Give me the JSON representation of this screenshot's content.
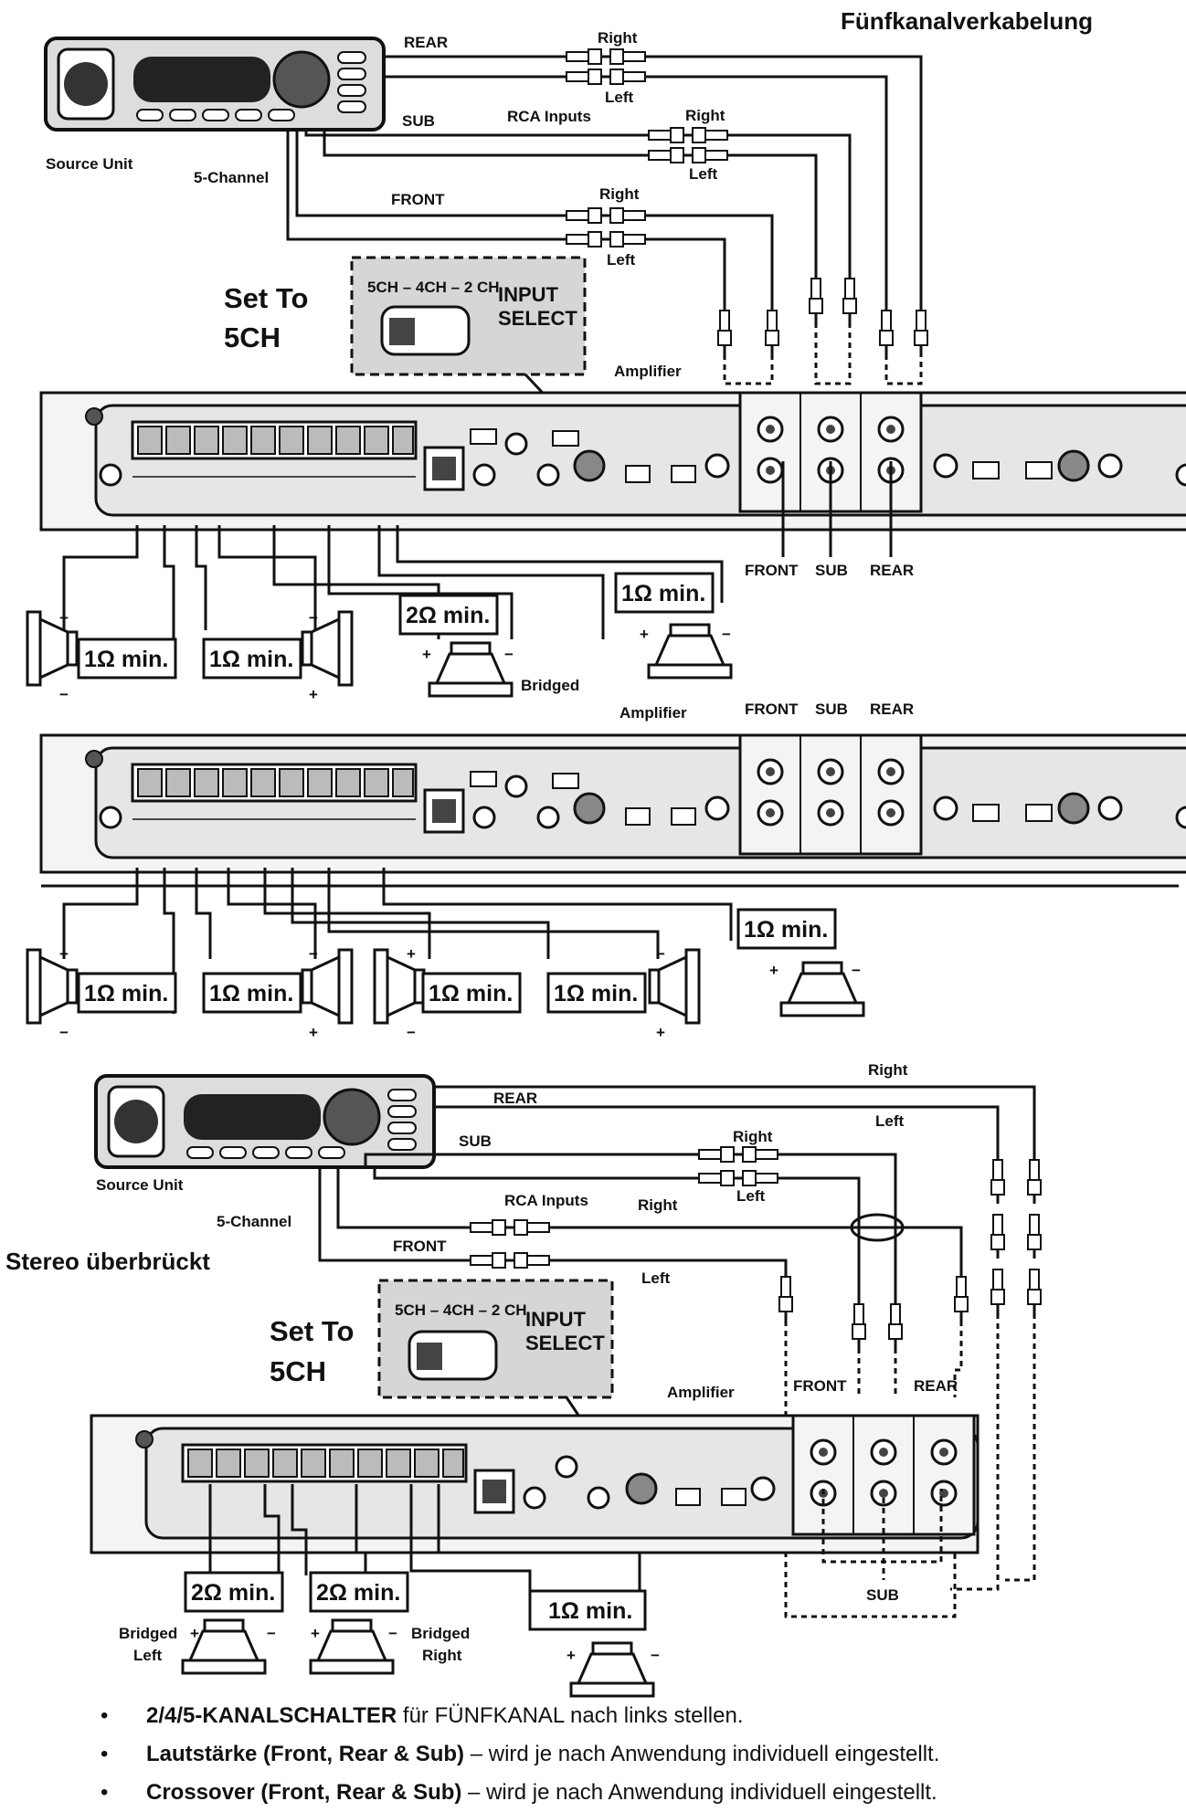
{
  "diagram1": {
    "title": "Fünfkanalverkabelung",
    "source_unit": "Source Unit",
    "five_channel": "5-Channel",
    "rear": "REAR",
    "sub": "SUB",
    "front": "FRONT",
    "rca_inputs": "RCA Inputs",
    "right": "Right",
    "left": "Left",
    "set_to_line1": "Set To",
    "set_to_line2": "5CH",
    "switch_modes": "5CH – 4CH – 2 CH",
    "input_select_1": "INPUT",
    "input_select_2": "SELECT",
    "amplifier": "Amplifier",
    "out_front": "FRONT",
    "out_sub": "SUB",
    "out_rear": "REAR",
    "imp_a": "1Ω min.",
    "imp_b": "1Ω min.",
    "imp_c": "2Ω min.",
    "imp_d": "1Ω min.",
    "bridged": "Bridged"
  },
  "diagram2": {
    "amplifier": "Amplifier",
    "in_front": "FRONT",
    "in_sub": "SUB",
    "in_rear": "REAR",
    "imp_a": "1Ω min.",
    "imp_b": "1Ω min.",
    "imp_c": "1Ω min.",
    "imp_d": "1Ω min.",
    "imp_sub": "1Ω min."
  },
  "diagram3": {
    "title": "Stereo überbrückt",
    "source_unit": "Source Unit",
    "five_channel": "5-Channel",
    "rear": "REAR",
    "sub": "SUB",
    "front": "FRONT",
    "rca_inputs": "RCA Inputs",
    "right_a": "Right",
    "left_a": "Left",
    "right_b": "Right",
    "left_b": "Left",
    "right_c": "Right",
    "left_c": "Left",
    "set_to_line1": "Set To",
    "set_to_line2": "5CH",
    "switch_modes": "5CH – 4CH – 2 CH",
    "input_select_1": "INPUT",
    "input_select_2": "SELECT",
    "amplifier": "Amplifier",
    "out_front": "FRONT",
    "out_rear": "REAR",
    "out_sub": "SUB",
    "imp_left": "2Ω min.",
    "imp_right": "2Ω min.",
    "imp_sub": "1Ω min.",
    "bridged_left_1": "Bridged",
    "bridged_left_2": "Left",
    "bridged_right_1": "Bridged",
    "bridged_right_2": "Right"
  },
  "notes": [
    {
      "bold": "2/4/5-KANALSCHALTER",
      "rest": " für FÜNFKANAL nach links stellen."
    },
    {
      "bold": "Lautstärke (Front, Rear & Sub)",
      "rest": " – wird je nach Anwendung individuell eingestellt."
    },
    {
      "bold": "Crossover (Front, Rear & Sub)",
      "rest": " – wird je nach Anwendung individuell eingestellt."
    }
  ],
  "bullet": "•"
}
